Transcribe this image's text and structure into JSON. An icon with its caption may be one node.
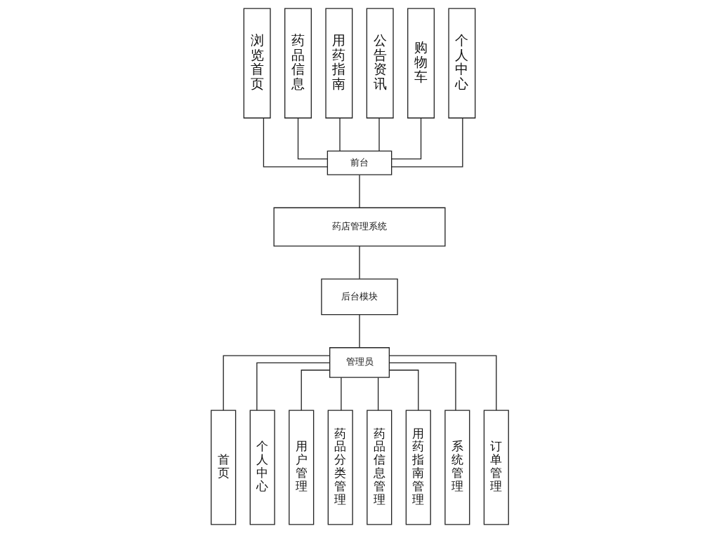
{
  "diagram": {
    "nodes": [
      {
        "text": [
          "浏览首页"
        ]
      },
      {
        "text": [
          "药品信息"
        ]
      },
      {
        "text": [
          "用药指南"
        ]
      },
      {
        "text": [
          "公告资讯"
        ]
      },
      {
        "text": [
          "购物车"
        ]
      },
      {
        "text": [
          "个人中心"
        ]
      },
      {
        "text": [
          "前台"
        ]
      },
      {
        "text": [
          "药店管理系统"
        ]
      },
      {
        "text": [
          "后台模块"
        ]
      },
      {
        "text": [
          "管理员"
        ]
      },
      {
        "text": [
          "首页"
        ]
      },
      {
        "text": [
          "个人中心"
        ]
      },
      {
        "text": [
          "用户管理"
        ]
      },
      {
        "text": [
          "药品分类管理"
        ]
      },
      {
        "text": [
          "药品信息管理"
        ]
      },
      {
        "text": [
          "用药指南管理"
        ]
      },
      {
        "text": [
          "系统管理"
        ]
      },
      {
        "text": [
          "订单管理"
        ]
      }
    ],
    "edges": [
      {
        "from": 0,
        "to": 6,
        "arrow": "none"
      },
      {
        "from": 1,
        "to": 6,
        "arrow": "none"
      },
      {
        "from": 2,
        "to": 6,
        "arrow": "none"
      },
      {
        "from": 3,
        "to": 6,
        "arrow": "none"
      },
      {
        "from": 4,
        "to": 6,
        "arrow": "none"
      },
      {
        "from": 5,
        "to": 6,
        "arrow": "none"
      },
      {
        "from": 6,
        "to": 7,
        "arrow": "none"
      },
      {
        "from": 7,
        "to": 8,
        "arrow": "none"
      },
      {
        "from": 8,
        "to": 9,
        "arrow": "none"
      },
      {
        "from": 9,
        "to": 10,
        "arrow": "none"
      },
      {
        "from": 9,
        "to": 11,
        "arrow": "none"
      },
      {
        "from": 9,
        "to": 12,
        "arrow": "none"
      },
      {
        "from": 9,
        "to": 13,
        "arrow": "none"
      },
      {
        "from": 9,
        "to": 14,
        "arrow": "none"
      },
      {
        "from": 9,
        "to": 15,
        "arrow": "none"
      },
      {
        "from": 9,
        "to": 16,
        "arrow": "none"
      },
      {
        "from": 9,
        "to": 17,
        "arrow": "none"
      }
    ]
  }
}
